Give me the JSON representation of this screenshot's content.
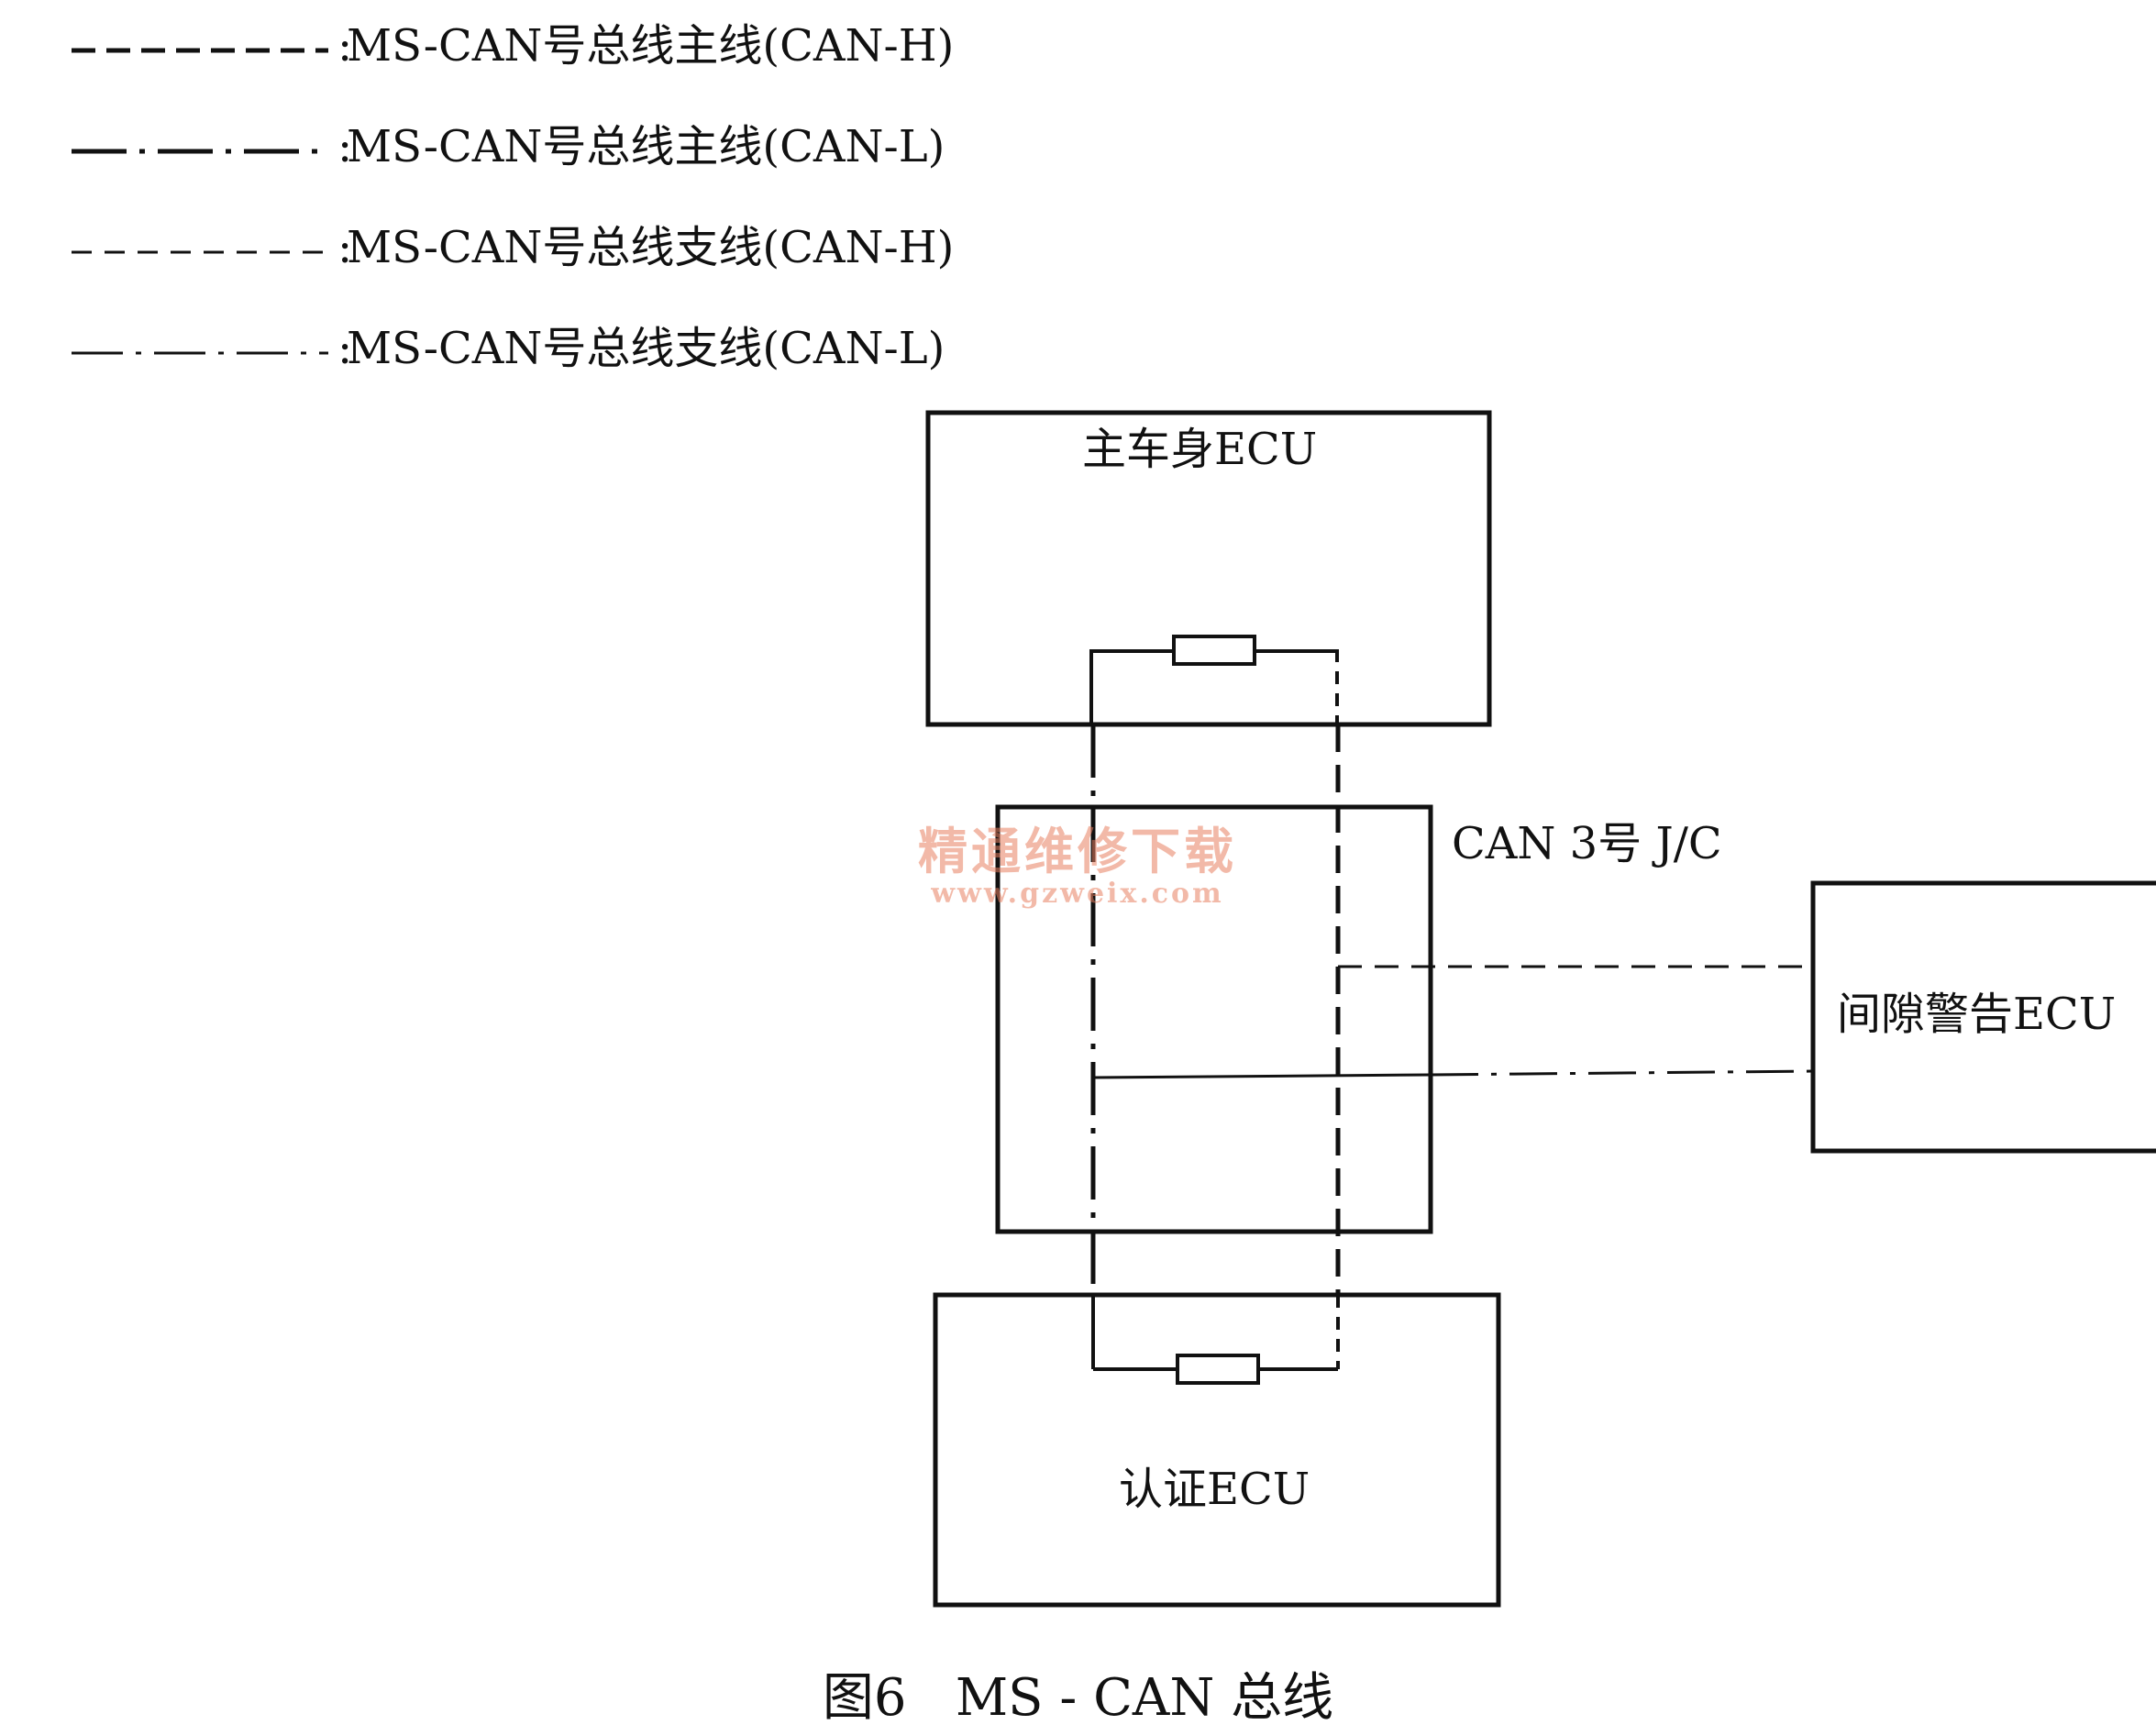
{
  "legend": [
    {
      "label": "MS-CAN号总线主线(CAN-H)",
      "line_style": "main-dashed"
    },
    {
      "label": "MS-CAN号总线主线(CAN-L)",
      "line_style": "main-dash-dot"
    },
    {
      "label": "MS-CAN号总线支线(CAN-H)",
      "line_style": "branch-dashed"
    },
    {
      "label": "MS-CAN号总线支线(CAN-L)",
      "line_style": "branch-dash-dot"
    }
  ],
  "legend_separator": ":",
  "nodes": {
    "main_body_ecu": "主车身ECU",
    "junction": "CAN 3号 J/C",
    "clearance_warning_ecu": "间隙警告ECU",
    "certification_ecu": "认证ECU"
  },
  "watermark": {
    "text": "精通维修下载",
    "url": "www.gzweix.com"
  },
  "caption": "图6   MS - CAN 总线",
  "colors": {
    "line": "#111111",
    "watermark": "#e88060"
  }
}
